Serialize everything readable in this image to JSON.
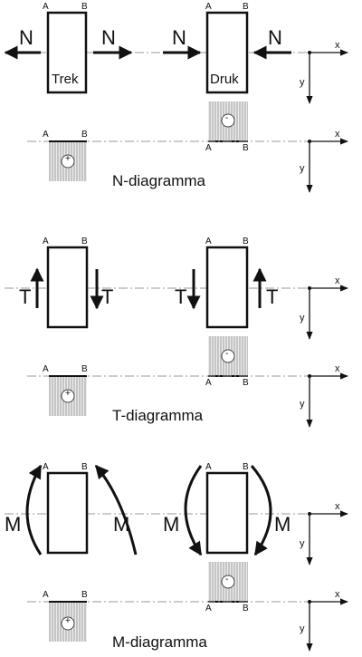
{
  "points": {
    "a": "A",
    "b": "B"
  },
  "axes": {
    "x": "x",
    "y": "y"
  },
  "signs": {
    "plus": "+",
    "minus": "-"
  },
  "sections": [
    {
      "force": "N",
      "caption": "N-diagramma",
      "tension_label": "Trek",
      "compression_label": "Druk"
    },
    {
      "force": "T",
      "caption": "T-diagramma"
    },
    {
      "force": "M",
      "caption": "M-diagramma"
    }
  ],
  "colors": {
    "line": "#111111",
    "hatch": "#8a8a8a",
    "fill": "#ececec",
    "axis_dash": "#9a9a9a"
  }
}
